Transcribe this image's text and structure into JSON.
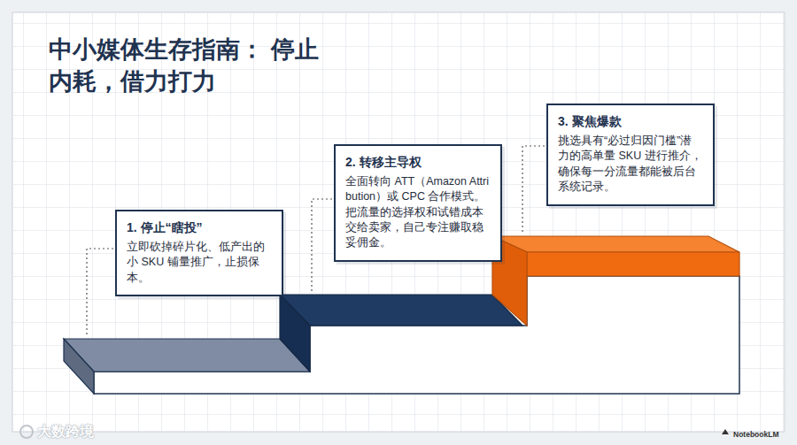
{
  "diagram": {
    "title": "中小媒体生存指南： 停止内耗，借力打力",
    "nodes": [
      {
        "text": [
          "1. 停止“瞎投”",
          "立即砍掉碎片化、低产出的小 SKU 铺量推广，止损保本。"
        ]
      },
      {
        "text": [
          "2. 转移主导权",
          "全面转向 ATT（Amazon Attribution）或 CPC 合作模式。把流量的选择权和试错成本交给卖家，自己专注赚取稳妥佣金。"
        ]
      },
      {
        "text": [
          "3. 聚焦爆款",
          "挑选具有“必过归因门槛”潜力的高单量 SKU 进行推介，确保每一分流量都能被后台系统记录。"
        ]
      }
    ],
    "labels": [
      "大数跨境",
      "NotebookLM"
    ]
  }
}
